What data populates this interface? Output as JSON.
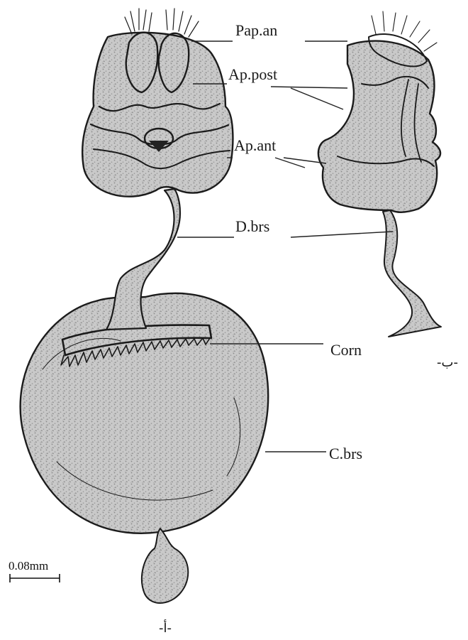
{
  "figure": {
    "labels": {
      "papilla_analis": "Pap.an",
      "apophyses_posteriores": "Ap.post",
      "apophyses_anteriores": "Ap.ant",
      "ductus_bursae": "D.brs",
      "cornutus": "Corn",
      "corpus_bursae": "C.brs"
    },
    "panels": {
      "left": "-أ-",
      "right": "-ب-"
    },
    "scale_bar": {
      "label": "0.08mm"
    }
  }
}
